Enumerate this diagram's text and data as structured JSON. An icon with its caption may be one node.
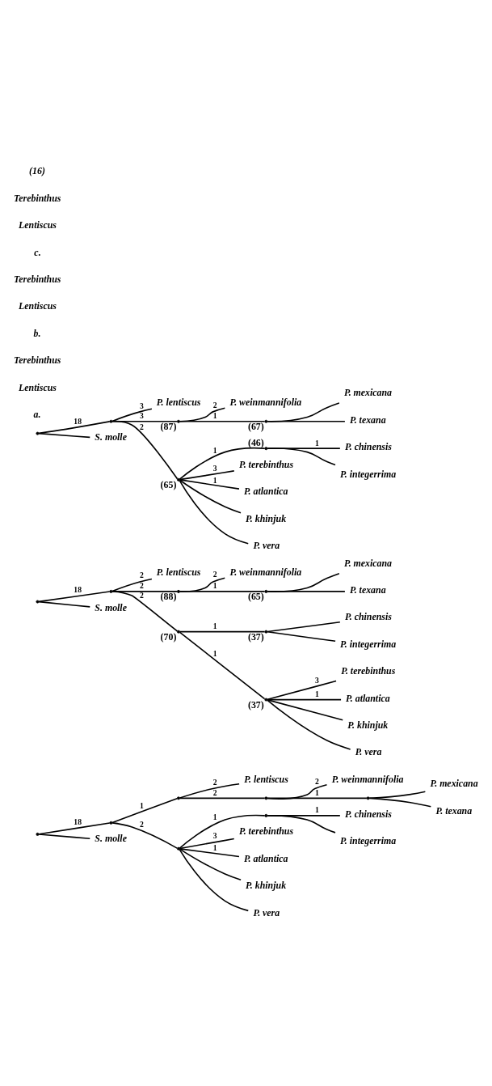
{
  "diagram": {
    "nodes": [
      {
        "text": [],
        "shape": "point"
      },
      {
        "text": [],
        "shape": "point"
      },
      {
        "text": [],
        "shape": "point"
      },
      {
        "text": [
          "P. lentiscus"
        ]
      },
      {
        "text": [],
        "shape": "point"
      },
      {
        "text": [
          "P. weinmannifolia"
        ]
      },
      {
        "text": [],
        "shape": "point"
      },
      {
        "text": [
          "P. mexicana"
        ]
      },
      {
        "text": [
          "P. texana"
        ]
      },
      {
        "text": [],
        "shape": "point"
      },
      {
        "text": [],
        "shape": "point"
      },
      {
        "text": [
          "P. chinensis"
        ]
      },
      {
        "text": [
          "P. integerrima"
        ]
      },
      {
        "text": [
          "P. terebinthus"
        ]
      },
      {
        "text": [
          "P. atlantica"
        ]
      },
      {
        "text": [
          "P. khinjuk"
        ]
      },
      {
        "text": [
          "P. vera"
        ]
      },
      {
        "text": [
          "S. molle"
        ]
      },
      {
        "text": [],
        "shape": "point"
      },
      {
        "text": [],
        "shape": "point"
      },
      {
        "text": [
          "P. lentiscus"
        ]
      },
      {
        "text": [],
        "shape": "point",
        "beside": [
          "(88)"
        ]
      },
      {
        "text": [
          "P. weinmannifolia"
        ]
      },
      {
        "text": [],
        "shape": "point",
        "beside": [
          "(65)"
        ]
      },
      {
        "text": [
          "P. mexicana"
        ]
      },
      {
        "text": [
          "P. texana"
        ]
      },
      {
        "text": [],
        "shape": "point",
        "beside": [
          "(70)"
        ]
      },
      {
        "text": [],
        "shape": "point",
        "beside": [
          "(37)"
        ]
      },
      {
        "text": [
          "P. chinensis"
        ]
      },
      {
        "text": [
          "P. integerrima"
        ]
      },
      {
        "text": [],
        "shape": "point",
        "beside": [
          "(37)"
        ]
      },
      {
        "text": [
          "P. terebinthus"
        ]
      },
      {
        "text": [
          "P. atlantica"
        ]
      },
      {
        "text": [
          "P. khinjuk"
        ]
      },
      {
        "text": [
          "P. vera"
        ]
      },
      {
        "text": [
          "S. molle"
        ]
      },
      {
        "text": [],
        "shape": "point"
      },
      {
        "text": [],
        "shape": "point"
      },
      {
        "text": [
          "P. lentiscus"
        ]
      },
      {
        "text": [],
        "shape": "point",
        "beside": [
          "(87)"
        ]
      },
      {
        "text": [
          "P. weinmannifolia"
        ]
      },
      {
        "text": [],
        "shape": "point",
        "beside": [
          "(67)"
        ]
      },
      {
        "text": [
          "P. mexicana"
        ]
      },
      {
        "text": [
          "P. texana"
        ]
      },
      {
        "text": [],
        "shape": "point",
        "beside": [
          "(65)"
        ]
      },
      {
        "text": [],
        "shape": "point",
        "beside": [
          "(46)"
        ]
      },
      {
        "text": [
          "P. chinensis"
        ]
      },
      {
        "text": [
          "P. integerrima"
        ]
      },
      {
        "text": [
          "P. terebinthus"
        ]
      },
      {
        "text": [
          "P. atlantica"
        ]
      },
      {
        "text": [
          "P. khinjuk"
        ]
      },
      {
        "text": [
          "P. vera"
        ]
      },
      {
        "text": [
          "S. molle"
        ]
      }
    ],
    "edges": [
      {
        "from": 0,
        "to": 1,
        "arrow": "none",
        "label": "18"
      },
      {
        "from": 1,
        "to": 2,
        "arrow": "none",
        "label": "1"
      },
      {
        "from": 2,
        "to": 3,
        "arrow": "none",
        "label": "2"
      },
      {
        "from": 2,
        "to": 4,
        "arrow": "none",
        "label": "2"
      },
      {
        "from": 4,
        "to": 5,
        "arrow": "none",
        "label": "2"
      },
      {
        "from": 4,
        "to": 6,
        "arrow": "none",
        "label": "1"
      },
      {
        "from": 6,
        "to": 7,
        "arrow": "none"
      },
      {
        "from": 6,
        "to": 8,
        "arrow": "none"
      },
      {
        "from": 1,
        "to": 9,
        "arrow": "none",
        "label": "2"
      },
      {
        "from": 9,
        "to": 10,
        "arrow": "none",
        "label": "1"
      },
      {
        "from": 10,
        "to": 11,
        "arrow": "none",
        "label": "1"
      },
      {
        "from": 10,
        "to": 12,
        "arrow": "none"
      },
      {
        "from": 9,
        "to": 13,
        "arrow": "none",
        "label": "3"
      },
      {
        "from": 9,
        "to": 14,
        "arrow": "none",
        "label": "1"
      },
      {
        "from": 9,
        "to": 15,
        "arrow": "none"
      },
      {
        "from": 9,
        "to": 16,
        "arrow": "none"
      },
      {
        "from": 0,
        "to": 17,
        "arrow": "none"
      },
      {
        "from": 18,
        "to": 19,
        "arrow": "none",
        "label": "18"
      },
      {
        "from": 19,
        "to": 20,
        "arrow": "none",
        "label": "2"
      },
      {
        "from": 19,
        "to": 21,
        "arrow": "none",
        "label": "2"
      },
      {
        "from": 21,
        "to": 22,
        "arrow": "none",
        "label": "2"
      },
      {
        "from": 21,
        "to": 23,
        "arrow": "none",
        "label": "1"
      },
      {
        "from": 23,
        "to": 24,
        "arrow": "none"
      },
      {
        "from": 23,
        "to": 25,
        "arrow": "none"
      },
      {
        "from": 19,
        "to": 26,
        "arrow": "none",
        "label": "2"
      },
      {
        "from": 26,
        "to": 27,
        "arrow": "none",
        "label": "1"
      },
      {
        "from": 27,
        "to": 28,
        "arrow": "none"
      },
      {
        "from": 27,
        "to": 29,
        "arrow": "none"
      },
      {
        "from": 26,
        "to": 30,
        "arrow": "none",
        "label": "1"
      },
      {
        "from": 30,
        "to": 31,
        "arrow": "none",
        "label": "3"
      },
      {
        "from": 30,
        "to": 32,
        "arrow": "none",
        "label": "1"
      },
      {
        "from": 30,
        "to": 33,
        "arrow": "none"
      },
      {
        "from": 30,
        "to": 34,
        "arrow": "none"
      },
      {
        "from": 18,
        "to": 35,
        "arrow": "none"
      },
      {
        "from": 36,
        "to": 37,
        "arrow": "none",
        "label": "18"
      },
      {
        "from": 37,
        "to": 38,
        "arrow": "none",
        "label": "3"
      },
      {
        "from": 37,
        "to": 39,
        "arrow": "none",
        "label": "3"
      },
      {
        "from": 39,
        "to": 40,
        "arrow": "none",
        "label": "2"
      },
      {
        "from": 39,
        "to": 41,
        "arrow": "none",
        "label": "1"
      },
      {
        "from": 41,
        "to": 42,
        "arrow": "none"
      },
      {
        "from": 41,
        "to": 43,
        "arrow": "none"
      },
      {
        "from": 37,
        "to": 44,
        "arrow": "none",
        "label": "2"
      },
      {
        "from": 44,
        "to": 45,
        "arrow": "none",
        "label": "1"
      },
      {
        "from": 45,
        "to": 46,
        "arrow": "none",
        "label": "1"
      },
      {
        "from": 45,
        "to": 47,
        "arrow": "none"
      },
      {
        "from": 44,
        "to": 48,
        "arrow": "none",
        "label": "3"
      },
      {
        "from": 44,
        "to": 49,
        "arrow": "none",
        "label": "1"
      },
      {
        "from": 44,
        "to": 50,
        "arrow": "none"
      },
      {
        "from": 44,
        "to": 51,
        "arrow": "none"
      },
      {
        "from": 36,
        "to": 52,
        "arrow": "none"
      }
    ],
    "labels": [
      "a.",
      "Lentiscus",
      "Terebinthus",
      "b.",
      "Lentiscus",
      "Terebinthus",
      "c.",
      "Lentiscus",
      "Terebinthus",
      "(16)"
    ]
  }
}
